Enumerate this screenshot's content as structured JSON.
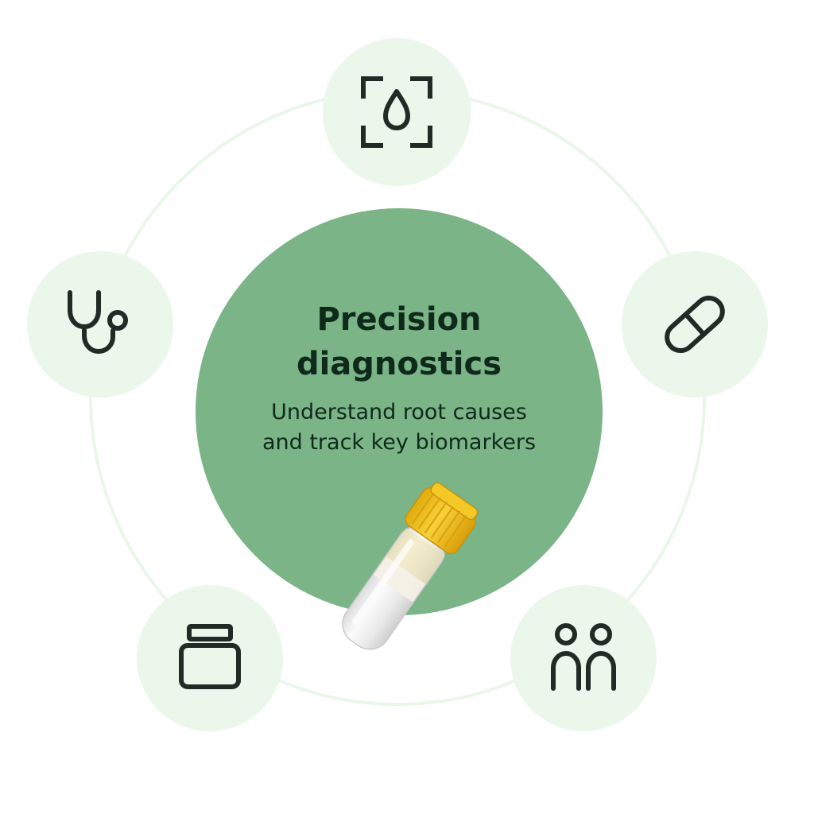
{
  "center": {
    "title_line1": "Precision",
    "title_line2": "diagnostics",
    "subtitle_line1": "Understand root causes",
    "subtitle_line2": "and track key biomarkers"
  },
  "nodes": [
    {
      "icon": "blood-drop-scan-icon"
    },
    {
      "icon": "stethoscope-icon"
    },
    {
      "icon": "pill-capsule-icon"
    },
    {
      "icon": "supplement-jar-icon"
    },
    {
      "icon": "people-icon"
    }
  ],
  "colors": {
    "center_fill": "#7ab487",
    "node_fill": "#eaf7ea",
    "ring_stroke": "#e9f7ea",
    "icon_stroke": "#1f2b24",
    "tube_cap": "#f2c21b",
    "tube_body": "#f3f3f3"
  },
  "illustration": {
    "icon": "sample-tube-icon"
  }
}
